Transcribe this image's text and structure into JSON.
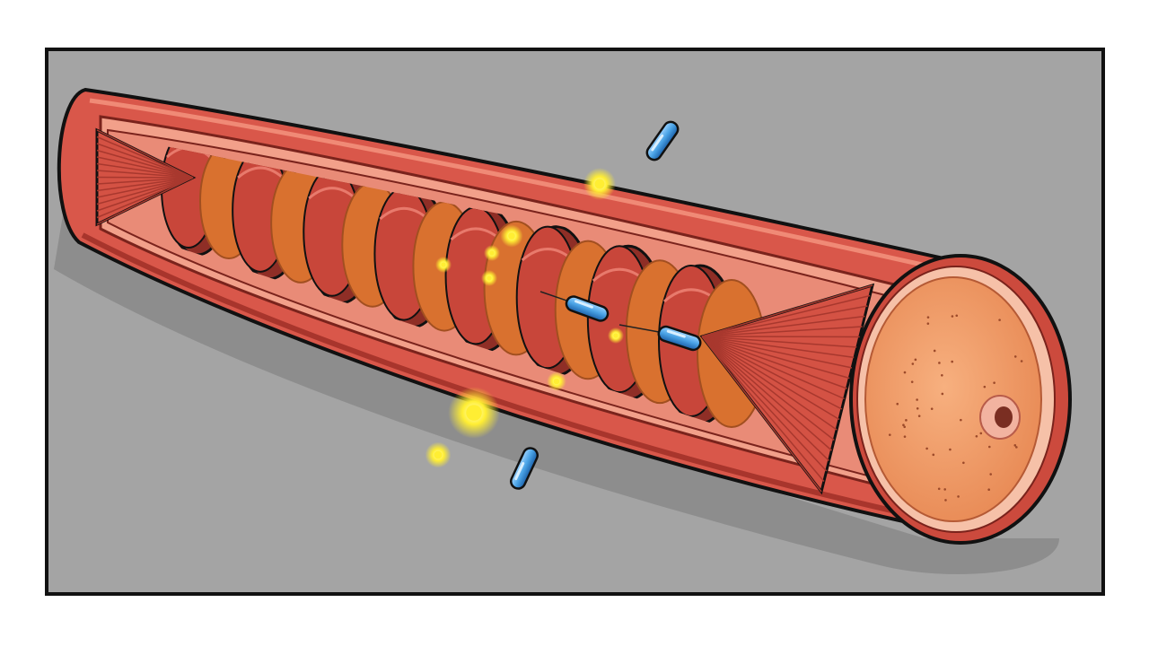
{
  "colors": {
    "page": "#ffffff",
    "panel": "#a4a4a4",
    "frame": "#111111",
    "shadow": "#8c8c8c",
    "tube_outer": "#d9574a",
    "tube_dark": "#a8352c",
    "tube_inner": "#f2a08a",
    "disc_red": "#c8463a",
    "disc_red_dark": "#8f2e26",
    "disc_orange": "#d9712f",
    "disc_orange_dark": "#a24f20",
    "cone": "#d45244",
    "cone_stripe": "#a8382e",
    "end_cap": "#f29a66",
    "end_ring": "#f6c1a8",
    "capsule": "#4aa3e6",
    "capsule_dark": "#1b5fa8",
    "glow": "#ffee33"
  },
  "icons": {
    "frame": "panel-frame",
    "fiber": "muscle-fiber-tube-illustration",
    "discs": "sarcomere-disc-icons",
    "cones": "fibrous-cone-icons",
    "capsules": "blue-capsule-icons",
    "sparkles": "yellow-glow-particle-icons"
  },
  "scene": {
    "disc_count": 8,
    "capsule_count": 4,
    "sparkle_count": 9
  }
}
